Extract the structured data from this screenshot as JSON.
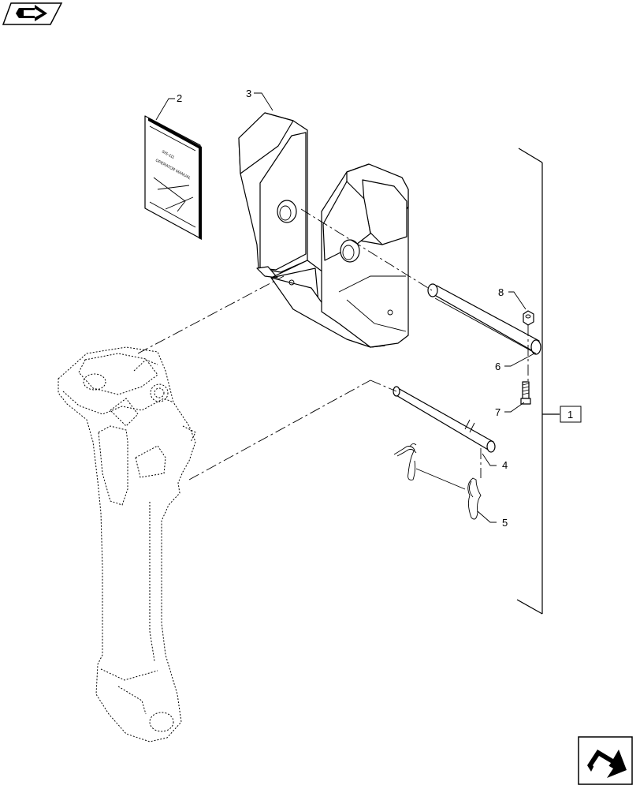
{
  "callouts": {
    "c1": "1",
    "c2": "2",
    "c3": "3",
    "c4": "4",
    "c5": "5",
    "c6": "6",
    "c7": "7",
    "c8": "8"
  },
  "icons": {
    "top_left": "previous-page-arrow-icon",
    "bottom_right": "next-page-arrow-icon"
  }
}
